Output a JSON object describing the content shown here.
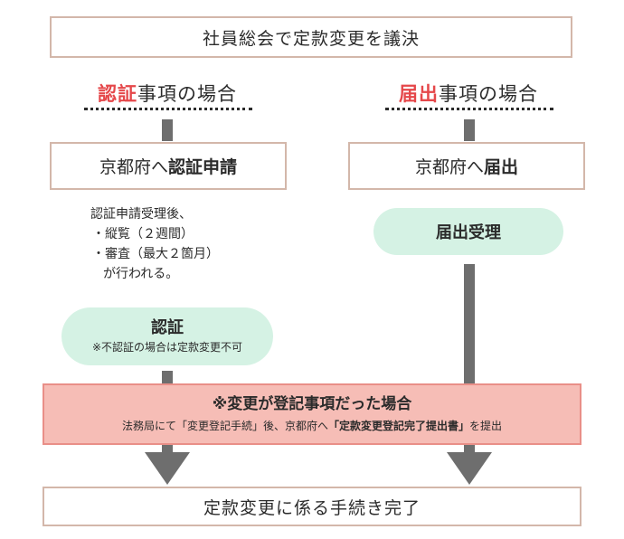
{
  "top_box": {
    "text": "社員総会で定款変更を議決"
  },
  "left_heading": {
    "highlight": "認証",
    "rest": "事項の場合"
  },
  "right_heading": {
    "highlight": "届出",
    "rest": "事項の場合"
  },
  "left_box": {
    "prefix": "京都府へ",
    "bold": "認証申請"
  },
  "right_box": {
    "prefix": "京都府へ",
    "bold": "届出"
  },
  "left_note": {
    "line1": "認証申請受理後、",
    "line2": "・縦覧（２週間）",
    "line3": "・審査（最大２箇月）",
    "line4": "が行われる。"
  },
  "left_pill": {
    "title": "認証",
    "sub": "※不認証の場合は定款変更不可"
  },
  "right_pill": {
    "title": "届出受理"
  },
  "warning_box": {
    "title": "※変更が登記事項だった場合",
    "text_pre": "法務局にて「変更登記手続」後、京都府へ",
    "text_bold": "「定款変更登記完了提出書」",
    "text_post": "を提出"
  },
  "bottom_box": {
    "text": "定款変更に係る手続き完了"
  },
  "colors": {
    "highlight_red": "#e5474a",
    "box_border": "#d3b7aa",
    "pill_green": "#d5f2e4",
    "warning_fill": "#f6bdb6",
    "warning_border": "#e98f88",
    "connector_gray": "#6e6e6e"
  }
}
